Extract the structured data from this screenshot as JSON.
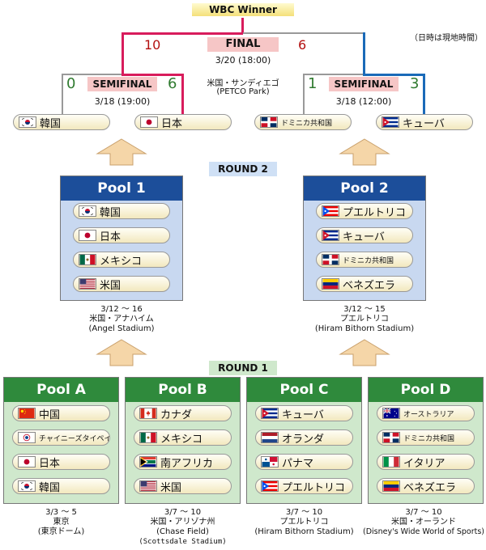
{
  "header": {
    "title": "WBC Winner",
    "note": "（日時は現地時間）"
  },
  "final": {
    "label": "FINAL",
    "date": "3/20 (18:00)",
    "venue_line1": "米国・サンディエゴ",
    "venue_line2": "(PETCO Park)",
    "score_left": "10",
    "score_right": "6"
  },
  "semi_left": {
    "label": "SEMIFINAL",
    "date": "3/18 (19:00)",
    "score_left": "0",
    "score_right": "6",
    "team_a": "韓国",
    "team_b": "日本"
  },
  "semi_right": {
    "label": "SEMIFINAL",
    "date": "3/18 (12:00)",
    "score_left": "1",
    "score_right": "3",
    "team_a": "ドミニカ共和国",
    "team_b": "キューバ"
  },
  "round2": {
    "label": "ROUND 2"
  },
  "round1": {
    "label": "ROUND 1"
  },
  "pool1": {
    "name": "Pool 1",
    "teams": [
      "韓国",
      "日本",
      "メキシコ",
      "米国"
    ],
    "date": "3/12 ～ 16",
    "city": "米国・アナハイム",
    "stadium": "(Angel Stadium)"
  },
  "pool2": {
    "name": "Pool 2",
    "teams": [
      "プエルトリコ",
      "キューバ",
      "ドミニカ共和国",
      "ベネズエラ"
    ],
    "date": "3/12 ～ 15",
    "city": "プエルトリコ",
    "stadium": "(Hiram Bithorn Stadium)"
  },
  "poolA": {
    "name": "Pool A",
    "teams": [
      "中国",
      "チャイニーズタイペイ",
      "日本",
      "韓国"
    ],
    "date": "3/3 ～ 5",
    "city": "東京",
    "stadium": "(東京ドーム)"
  },
  "poolB": {
    "name": "Pool B",
    "teams": [
      "カナダ",
      "メキシコ",
      "南アフリカ",
      "米国"
    ],
    "date": "3/7 ～ 10",
    "city": "米国・アリゾナ州",
    "stadium": "(Chase Field)",
    "stadium2": "(Scottsdale Stadium)"
  },
  "poolC": {
    "name": "Pool C",
    "teams": [
      "キューバ",
      "オランダ",
      "パナマ",
      "プエルトリコ"
    ],
    "date": "3/7 ～ 10",
    "city": "プエルトリコ",
    "stadium": "(Hiram Bithorn Stadium)"
  },
  "poolD": {
    "name": "Pool D",
    "teams": [
      "オーストラリア",
      "ドミニカ共和国",
      "イタリア",
      "ベネズエラ"
    ],
    "date": "3/7 ～ 10",
    "city": "米国・オーランド",
    "stadium": "(Disney's Wide World of Sports)"
  },
  "colors": {
    "winner_path": "#d81c5c",
    "runnerup_path": "#1a6ab8",
    "bracket": "#999999",
    "pool_round2_header": "#1c4e9a",
    "pool_round2_body": "#c8d8f0",
    "pool_round1_header": "#2f8a3c",
    "pool_round1_body": "#cfe8cc",
    "score_left_winner": "#b31010",
    "score_semis": "#2f7a2f"
  }
}
